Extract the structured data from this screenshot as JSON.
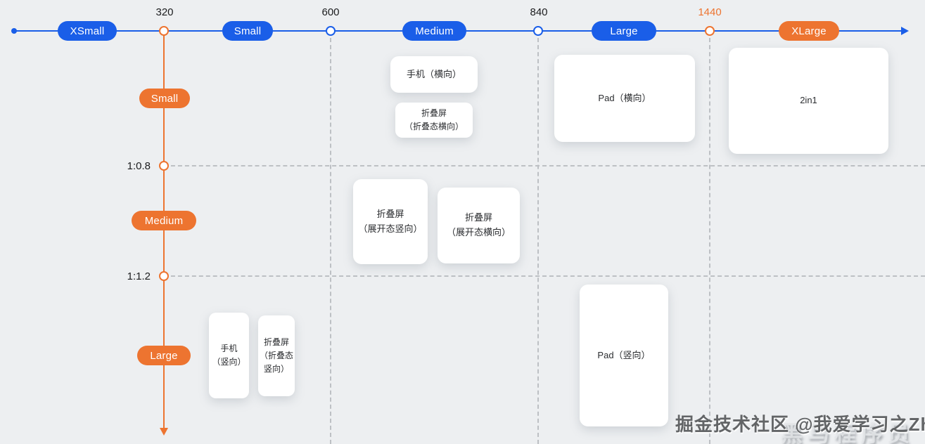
{
  "colors": {
    "background": "#edeff1",
    "axis_blue": "#1a5ee8",
    "accent_orange": "#ed7430",
    "gridline_gray": "#bdc0c4",
    "card_background": "#ffffff",
    "tick_text": "#1b1c1e"
  },
  "breakpoint_axis": {
    "pills": [
      {
        "label": "XSmall"
      },
      {
        "label": "Small"
      },
      {
        "label": "Medium"
      },
      {
        "label": "Large"
      },
      {
        "label": "XLarge"
      }
    ],
    "ticks": [
      {
        "label": "320"
      },
      {
        "label": "600"
      },
      {
        "label": "840"
      },
      {
        "label": "1440"
      }
    ]
  },
  "ratio_axis": {
    "pills": [
      {
        "label": "Small"
      },
      {
        "label": "Medium"
      },
      {
        "label": "Large"
      }
    ],
    "ticks": [
      {
        "label": "1:0.8"
      },
      {
        "label": "1:1.2"
      }
    ]
  },
  "device_cards": [
    {
      "label": "手机（横向）"
    },
    {
      "label": "折叠屏\n（折叠态横向）"
    },
    {
      "label": "Pad（横向）"
    },
    {
      "label": "2in1"
    },
    {
      "label": "折叠屏\n（展开态竖向）"
    },
    {
      "label": "折叠屏\n（展开态横向）"
    },
    {
      "label": "手机\n（竖向）"
    },
    {
      "label": "折叠屏\n（折叠态\n竖向）"
    },
    {
      "label": "Pad（竖向）"
    }
  ],
  "watermark": {
    "juejin": "掘金技术社区 @我爱学习之Zhj",
    "overlay": "黑马程序员"
  }
}
